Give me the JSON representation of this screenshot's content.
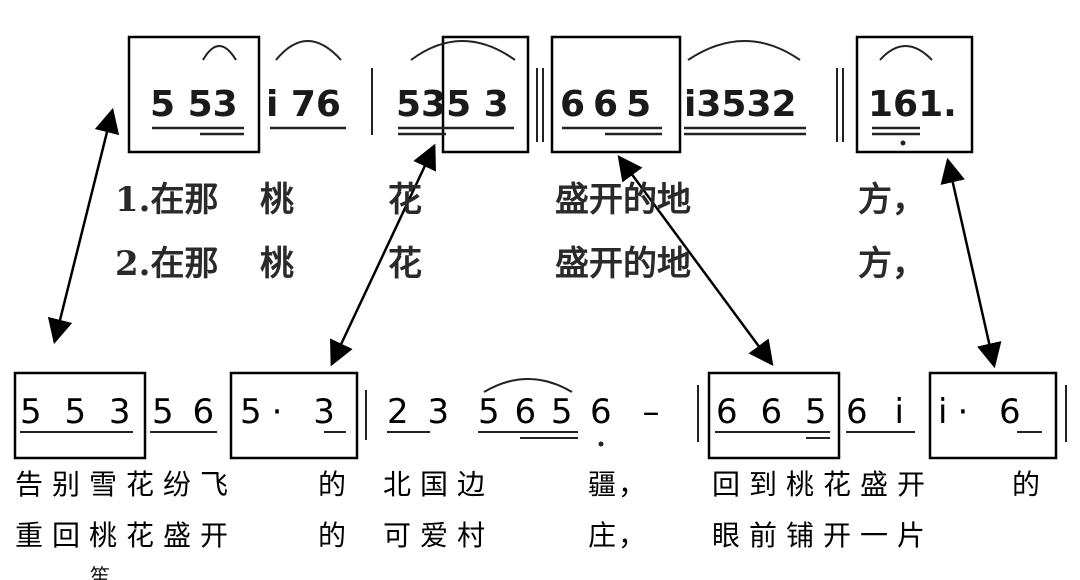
{
  "top_staff": {
    "measures": [
      "5 53",
      "i 76",
      "535 3",
      "665",
      "i3532",
      "161."
    ],
    "lyrics": [
      [
        "1.在那",
        "桃",
        "花",
        "盛开的地",
        "方，"
      ],
      [
        "2.在那",
        "桃",
        "花",
        "盛开的地",
        "方，"
      ]
    ]
  },
  "bottom_staff": {
    "groups": [
      "5 5 3",
      "5 6",
      "5· 3",
      "2 3",
      "5 6 5",
      "6 –",
      "6 6 5",
      "6 i",
      "i· 6"
    ],
    "lyrics": [
      [
        "告别雪花纷飞",
        "的",
        "北国边",
        "疆，",
        "回到桃花盛开",
        "的"
      ],
      [
        "重回桃花盛开",
        "的",
        "可爱村",
        "庄，",
        "眼前铺开一片"
      ]
    ]
  },
  "footer_fragment": "笙"
}
